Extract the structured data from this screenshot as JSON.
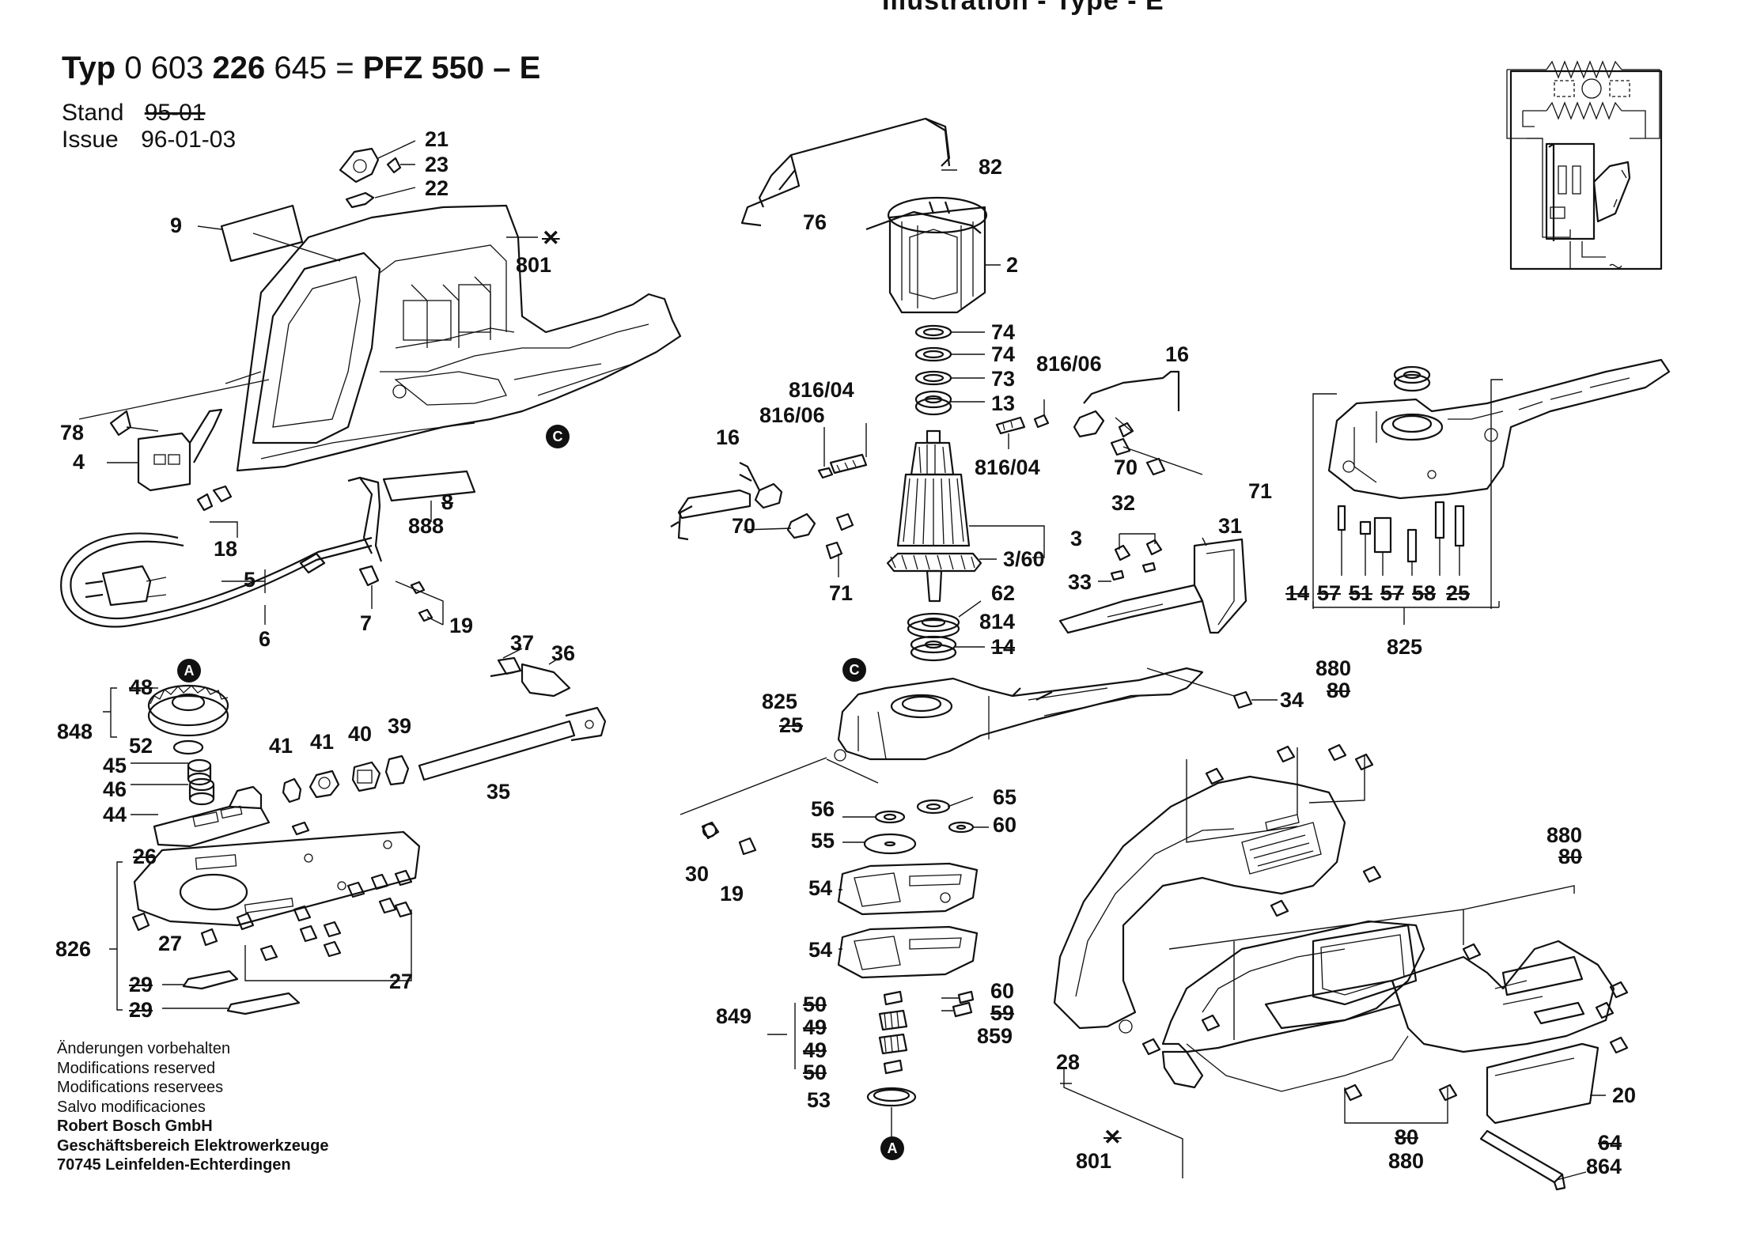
{
  "header": {
    "cut_title": "Illustration - Type - E",
    "typ_label": "Typ",
    "part_number_a": "0 603",
    "part_number_b": "226",
    "part_number_c": "645 =",
    "model": "PFZ 550 – E",
    "stand_label": "Stand",
    "stand_value": "95-01",
    "issue_label": "Issue",
    "issue_value": "96-01-03"
  },
  "markers": {
    "A": "A",
    "C": "C"
  },
  "callouts": {
    "c21": "21",
    "c23": "23",
    "c22": "22",
    "c9": "9",
    "c801a": "801",
    "c78": "78",
    "c4": "4",
    "c8": "8",
    "c888": "888",
    "c18": "18",
    "c5": "5",
    "c6": "6",
    "c7": "7",
    "c19a": "19",
    "c37": "37",
    "c36": "36",
    "c48": "48",
    "c848": "848",
    "c52": "52",
    "c41a": "41",
    "c41b": "41",
    "c40": "40",
    "c39": "39",
    "c45": "45",
    "c46": "46",
    "c44": "44",
    "c35": "35",
    "c26": "26",
    "c826": "826",
    "c27a": "27",
    "c27b": "27",
    "c29a": "29",
    "c29b": "29",
    "c82": "82",
    "c76": "76",
    "c2": "2",
    "c74a": "74",
    "c74b": "74",
    "c73": "73",
    "c13": "13",
    "c816_04a": "816/04",
    "c816_06a": "816/06",
    "c816_06b": "816/06",
    "c816_04b": "816/04",
    "c16a": "16",
    "c16b": "16",
    "c70a": "70",
    "c70b": "70",
    "c71a": "71",
    "c71b": "71",
    "c3": "3",
    "c3_60": "3/60",
    "c32": "32",
    "c31": "31",
    "c33": "33",
    "c62": "62",
    "c814": "814",
    "c14a": "14",
    "c825a": "825",
    "c25a": "25",
    "c34": "34",
    "c880a": "880",
    "c80a": "80",
    "c56": "56",
    "c65": "65",
    "c55": "55",
    "c60a": "60",
    "c30": "30",
    "c19b": "19",
    "c54a": "54",
    "c54b": "54",
    "c60b": "60",
    "c59": "59",
    "c859": "859",
    "c849": "849",
    "c50a": "50",
    "c49a": "49",
    "c49b": "49",
    "c50b": "50",
    "c53": "53",
    "c14b": "14",
    "c57a": "57",
    "c51": "51",
    "c57b": "57",
    "c58": "58",
    "c25b": "25",
    "c825b": "825",
    "c880b": "880",
    "c80b": "80",
    "c28": "28",
    "c801b": "801",
    "c20": "20",
    "c80c": "80",
    "c880c": "880",
    "c64": "64",
    "c864": "864"
  },
  "footer": {
    "line1": "Änderungen vorbehalten",
    "line2": "Modifications reserved",
    "line3": "Modifications reservees",
    "line4": "Salvo modificaciones",
    "line5": "Robert Bosch GmbH",
    "line6": "Geschäftsbereich Elektrowerkzeuge",
    "line7": "70745 Leinfelden-Echterdingen"
  }
}
